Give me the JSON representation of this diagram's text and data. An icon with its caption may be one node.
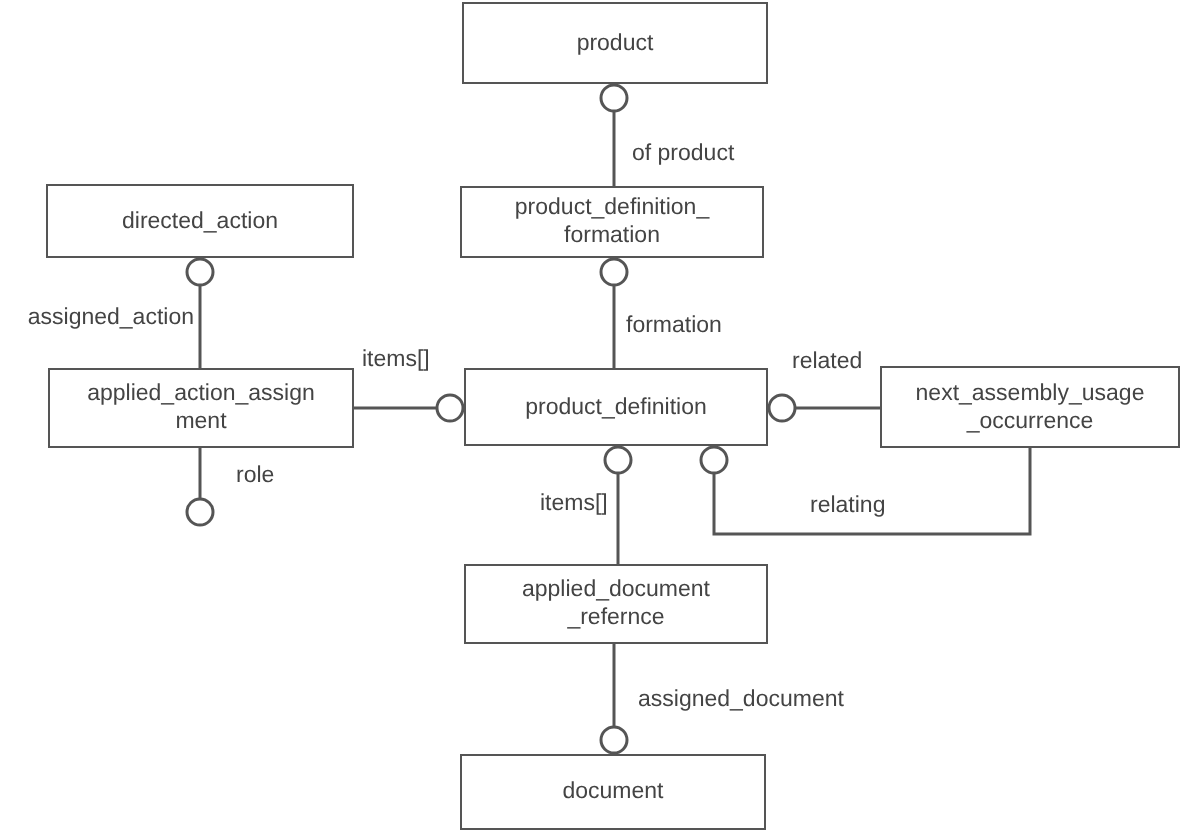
{
  "diagram": {
    "nodes": [
      {
        "text": [
          "product"
        ]
      },
      {
        "text": [
          "product_definition_ formation"
        ]
      },
      {
        "text": [
          "directed_action"
        ]
      },
      {
        "text": [
          "applied_action_assign ment"
        ]
      },
      {
        "text": [
          "product_definition"
        ]
      },
      {
        "text": [
          "next_assembly_usage _occurrence"
        ]
      },
      {
        "text": [
          "applied_document _refernce"
        ]
      },
      {
        "text": [
          "document"
        ]
      }
    ],
    "edges": [
      {
        "from": 1,
        "to": 0,
        "arrow": "other",
        "label": "of product"
      },
      {
        "from": 4,
        "to": 1,
        "arrow": "other",
        "label": "formation"
      },
      {
        "from": 3,
        "to": 2,
        "arrow": "other",
        "label": "assigned_action"
      },
      {
        "from": 3,
        "to": 4,
        "arrow": "other",
        "label": "items[]"
      },
      {
        "from": 5,
        "to": 4,
        "arrow": "other",
        "label": "related"
      },
      {
        "from": 5,
        "to": 4,
        "arrow": "other",
        "label": "relating"
      },
      {
        "from": 6,
        "to": 4,
        "arrow": "other",
        "label": "items[]"
      },
      {
        "from": 6,
        "to": 7,
        "arrow": "other",
        "label": "assigned_document"
      },
      {
        "from": 3,
        "to": null,
        "arrow": "other",
        "label": "role"
      }
    ]
  }
}
